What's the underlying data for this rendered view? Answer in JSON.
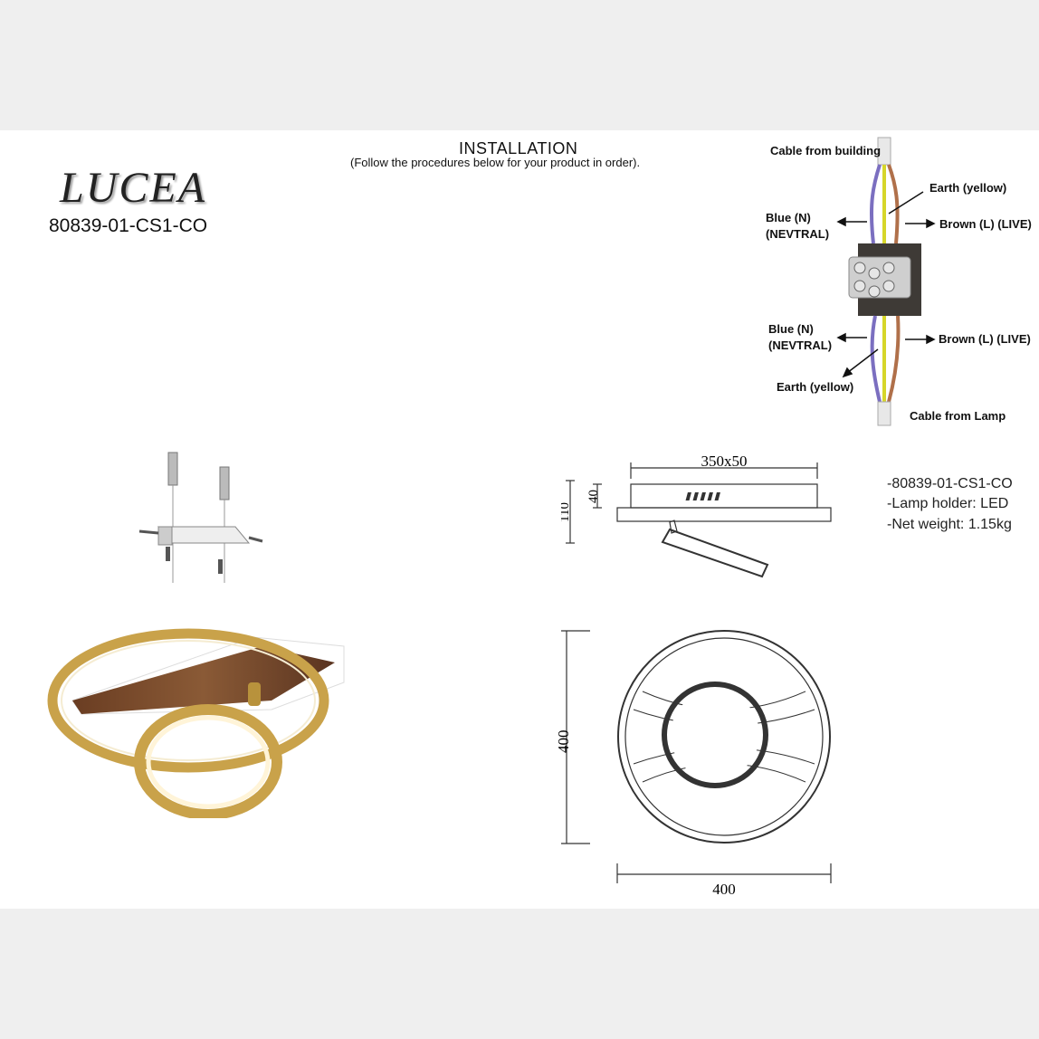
{
  "product": {
    "name": "LUCEA",
    "code": "80839-01-CS1-CO"
  },
  "installation": {
    "title": "INSTALLATION",
    "subtitle": "(Follow the procedures below for your product in order)."
  },
  "wiring": {
    "cable_from_building": "Cable from building",
    "top_earth": "Earth (yellow)",
    "top_blue_1": "Blue (N)",
    "top_blue_2": "(NEVTRAL)",
    "top_brown": "Brown (L) (LIVE)",
    "bottom_blue_1": "Blue (N)",
    "bottom_blue_2": "(NEVTRAL)",
    "bottom_brown": "Brown (L) (LIVE)",
    "bottom_earth": "Earth (yellow)",
    "cable_from_lamp": "Cable from Lamp",
    "colors": {
      "blue": "#7b6fc0",
      "yellow": "#d6d62a",
      "brown": "#b0704a"
    }
  },
  "dimensions": {
    "base": "350x50",
    "base_height": "40",
    "total_height": "110",
    "diameter_vertical": "400",
    "diameter_horizontal": "400"
  },
  "specs": {
    "code": "-80839-01-CS1-CO",
    "lamp_holder": "-Lamp holder: LED",
    "net_weight": "-Net weight: 1.15kg"
  }
}
